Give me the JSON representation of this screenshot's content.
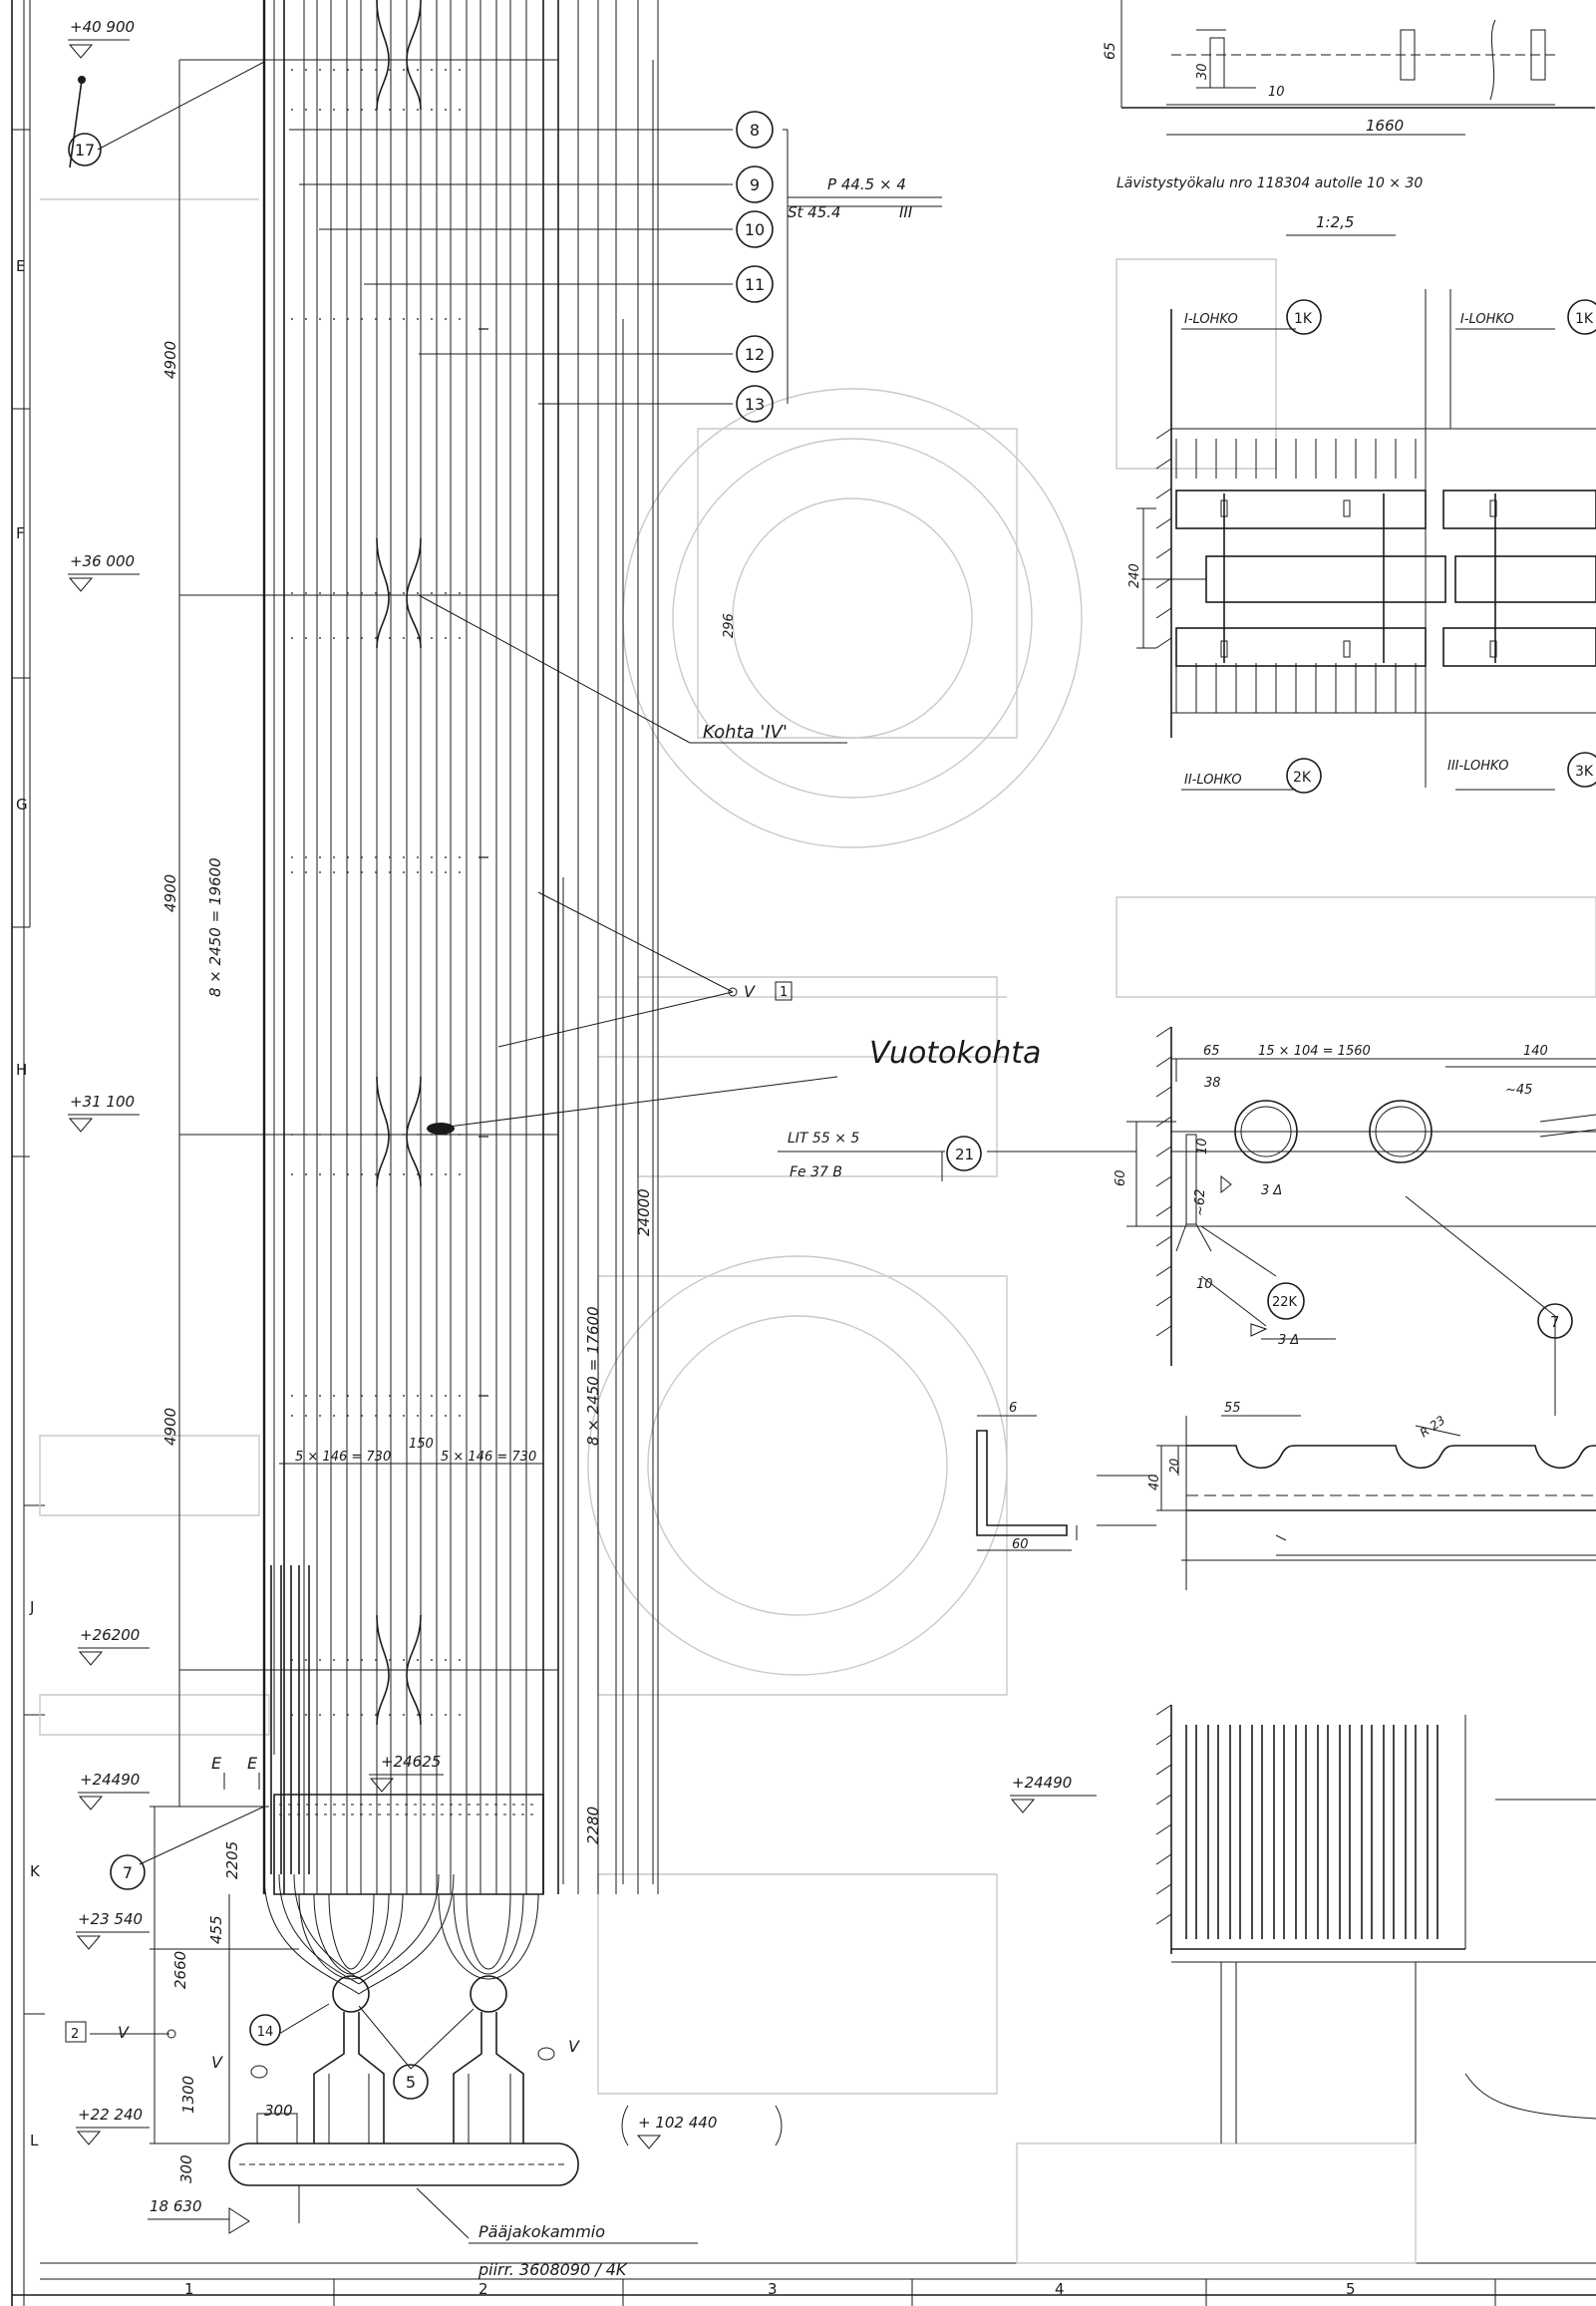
{
  "elevations": {
    "e40900": "+40 900",
    "e36000": "+36 000",
    "e31100": "+31 100",
    "e26200": "+26200",
    "e24490": "+24490",
    "e24625": "+24625",
    "e23540": "+23 540",
    "e22240": "+22 240",
    "e18630": "18 630",
    "e102440": "+ 102 440",
    "e24490_right": "+24490"
  },
  "dimensions": {
    "d4900_top": "4900",
    "d4900_mid": "4900",
    "d4900_low": "4900",
    "d8x2450_19600": "8 × 2450 = 19600",
    "d8x2450_17600": "8 × 2450 = 17600",
    "d24000": "24000",
    "d2280": "2280",
    "d2660": "2660",
    "d455": "455",
    "d2205": "2205",
    "d1300": "1300",
    "d300_top": "300",
    "d300_side": "300",
    "d5x146_left": "5 × 146 = 730",
    "d5x146_right": "5 × 146 = 730",
    "d150": "150",
    "d65_top": "65",
    "d30_top": "30",
    "d10_top": "10",
    "d1660": "1660",
    "d65_mid": "65",
    "d15x104": "15 × 104 = 1560",
    "d140": "140",
    "d45": "~45",
    "d38": "38",
    "d60_side": "60",
    "d10_a": "10",
    "d62": "~62",
    "d10_b": "10",
    "d3a": "3 Δ",
    "d3b": "3 Δ",
    "d55": "55",
    "d20": "20",
    "d40": "40",
    "dR23": "R 23",
    "d6": "6",
    "d60_angle": "60",
    "d240": "240",
    "d296": "296"
  },
  "callouts": {
    "c8": "8",
    "c9": "9",
    "c10": "10",
    "c11": "11",
    "c12": "12",
    "c13": "13",
    "c17": "17",
    "c7": "7",
    "c14": "14",
    "c5": "5",
    "c21": "21",
    "c22k": "22K",
    "c7r": "7",
    "c1k": "1K",
    "c1k_cut": "1K",
    "c2k": "2K",
    "c3k_cut": "3K",
    "c_num1": "1",
    "c_num2": "2"
  },
  "notes": {
    "tube_spec_a": "P 44.5 × 4",
    "tube_spec_b": "St 45.4",
    "tube_spec_b_suffix": "III",
    "kohta": "Kohta 'IV'",
    "vuotokohta": "Vuotokohta",
    "flat_bar_a": "LIT 55 × 5",
    "flat_bar_b": "Fe 37 B",
    "drawing_note": "Lävistystyökalu nro 118304 autolle 10 × 30",
    "scale": "1:2,5",
    "lohko_1a": "I-LOHKO",
    "lohko_1b": "I-LOHKO",
    "lohko_2": "II-LOHKO",
    "lohko_3": "III-LOHKO",
    "header_name": "Pääjakokammio",
    "header_ref": "piirr. 3608090 / 4K",
    "vent_v1": "V",
    "vent_v2": "V",
    "vent_v3": "V",
    "vent_v4": "V",
    "section_e1": "E",
    "section_e2": "E"
  },
  "grid_rows": [
    "E",
    "F",
    "G",
    "H",
    "J",
    "K",
    "L"
  ],
  "grid_cols": [
    "1",
    "2",
    "3",
    "4",
    "5"
  ]
}
